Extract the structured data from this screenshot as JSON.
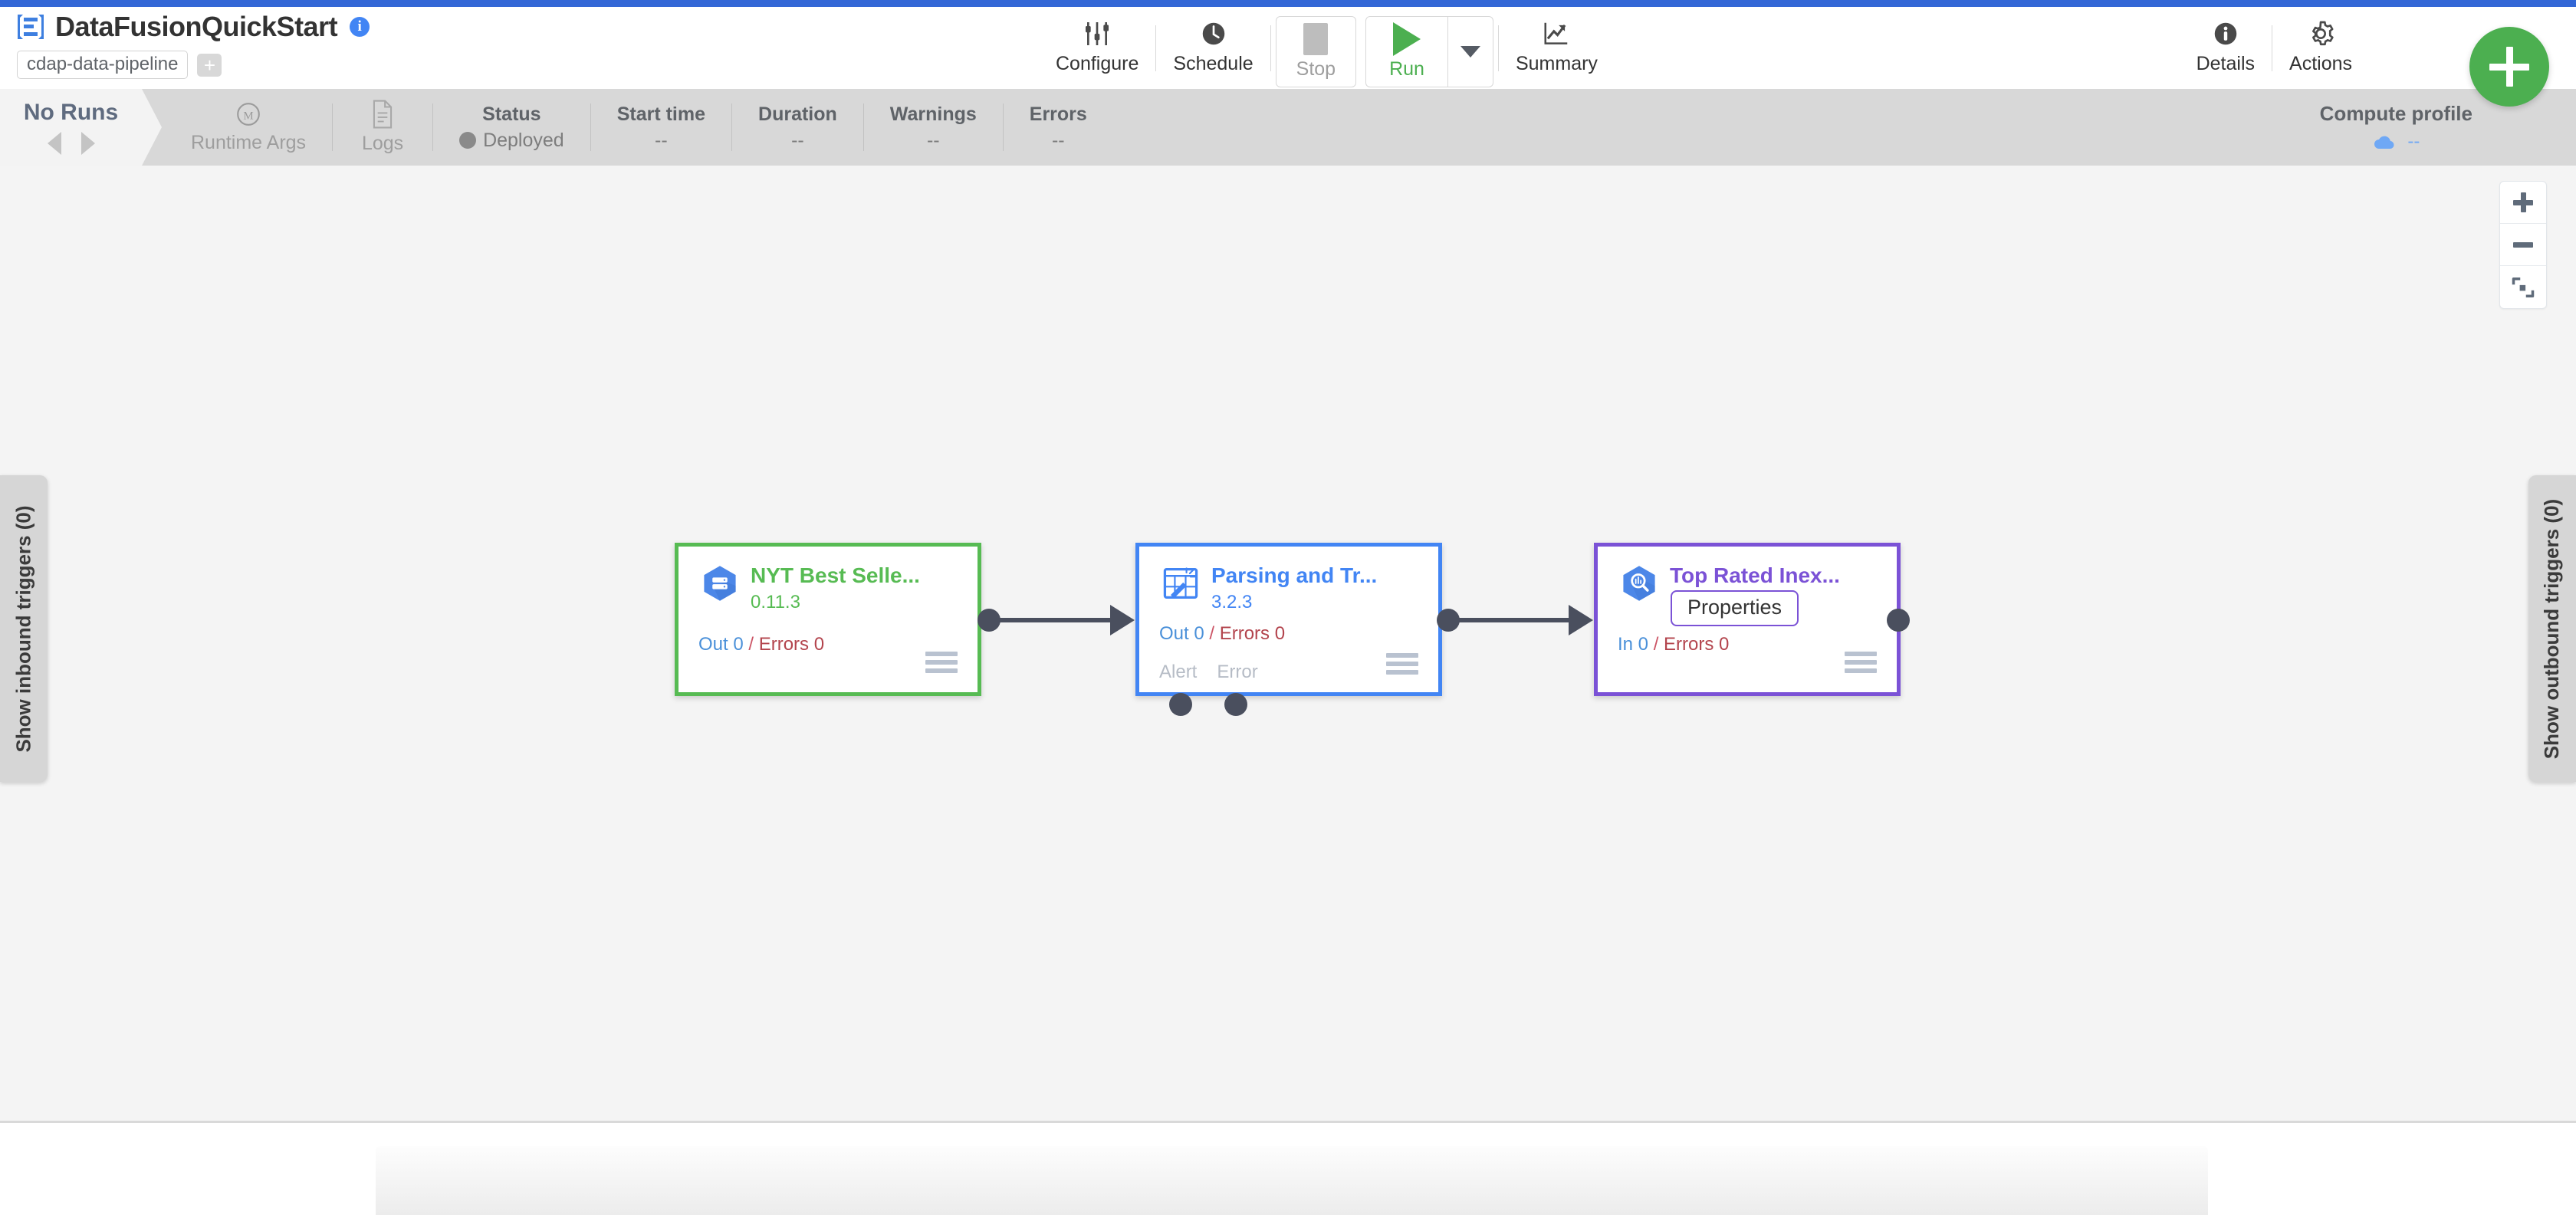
{
  "header": {
    "logo_icon": "cdap-logo-icon",
    "title": "DataFusionQuickStart",
    "info_icon": "info-icon",
    "tags": [
      {
        "label": "cdap-data-pipeline"
      }
    ],
    "add_tag_label": "+",
    "toolbar": [
      {
        "name": "configure",
        "label": "Configure",
        "icon": "sliders-icon",
        "state": "enabled"
      },
      {
        "name": "schedule",
        "label": "Schedule",
        "icon": "clock-icon",
        "state": "enabled"
      },
      {
        "name": "stop",
        "label": "Stop",
        "icon": "stop-square-icon",
        "state": "disabled"
      },
      {
        "name": "run",
        "label": "Run",
        "icon": "play-icon",
        "state": "enabled"
      },
      {
        "name": "summary",
        "label": "Summary",
        "icon": "chart-line-icon",
        "state": "enabled"
      }
    ],
    "run_caret_icon": "chevron-down-icon",
    "right_actions": [
      {
        "name": "details",
        "label": "Details",
        "icon": "info-circle-icon"
      },
      {
        "name": "actions",
        "label": "Actions",
        "icon": "gear-icon"
      }
    ],
    "fab_label": "+",
    "fab_icon": "plus-icon"
  },
  "runbar": {
    "no_runs_label": "No Runs",
    "prev_icon": "triangle-left-icon",
    "next_icon": "triangle-right-icon",
    "cells": [
      {
        "name": "runtime-args",
        "icon": "m-circle-icon",
        "label": "Runtime Args",
        "value": ""
      },
      {
        "name": "logs",
        "icon": "document-icon",
        "label": "Logs",
        "value": ""
      },
      {
        "name": "status",
        "icon": "",
        "label": "Status",
        "value": "Deployed"
      },
      {
        "name": "start-time",
        "icon": "",
        "label": "Start time",
        "value": "--"
      },
      {
        "name": "duration",
        "icon": "",
        "label": "Duration",
        "value": "--"
      },
      {
        "name": "warnings",
        "icon": "",
        "label": "Warnings",
        "value": "--"
      },
      {
        "name": "errors",
        "icon": "",
        "label": "Errors",
        "value": "--"
      }
    ],
    "compute_profile": {
      "label": "Compute profile",
      "value": "--",
      "icon": "cloud-icon"
    }
  },
  "canvas": {
    "zoom_controls": [
      {
        "name": "zoom-in",
        "icon": "plus-icon"
      },
      {
        "name": "zoom-out",
        "icon": "minus-icon"
      },
      {
        "name": "fit-to-screen",
        "icon": "fit-screen-icon"
      }
    ],
    "inbound_triggers_label": "Show inbound triggers (0)",
    "outbound_triggers_label": "Show outbound triggers (0)",
    "tooltip": {
      "label": "Properties"
    },
    "nodes": [
      {
        "name": "node-nyt-best-sellers",
        "title": "NYT Best Selle...",
        "version": "0.11.3",
        "icon": "bigquery-source-icon",
        "accent": "#57bb53",
        "metrics": {
          "left_label": "Out 0",
          "separator": "/",
          "right_label": "Errors 0"
        },
        "ports": [],
        "menu_icon": "hamburger-menu-icon"
      },
      {
        "name": "node-parsing-and-transform",
        "title": "Parsing and Tr...",
        "version": "3.2.3",
        "icon": "wrangler-transform-icon",
        "accent": "#4285f4",
        "metrics": {
          "left_label": "Out 0",
          "separator": "/",
          "right_label": "Errors 0"
        },
        "ports": [
          "Alert",
          "Error"
        ],
        "menu_icon": "hamburger-menu-icon"
      },
      {
        "name": "node-top-rated-inexpensive",
        "title": "Top Rated Inex...",
        "version": "",
        "icon": "bigquery-sink-icon",
        "accent": "#7b52d6",
        "metrics": {
          "left_label": "In 0",
          "separator": "/",
          "right_label": "Errors 0"
        },
        "ports": [],
        "menu_icon": "hamburger-menu-icon"
      }
    ]
  },
  "colors": {
    "brand_blue": "#3367d6",
    "accent_green": "#4caf50",
    "node_source": "#57bb53",
    "node_transform": "#4285f4",
    "node_sink": "#7b52d6",
    "canvas_bg": "#f4f4f4",
    "runbar_bg": "#d8d8d8"
  }
}
